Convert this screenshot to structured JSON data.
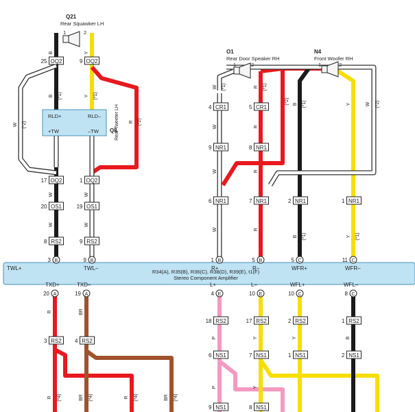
{
  "components": {
    "q21": {
      "code": "Q21",
      "name": "Rear Squawker LH",
      "pins": [
        "1",
        "2"
      ]
    },
    "o1": {
      "code": "O1",
      "name": "Rear Door Speaker RH",
      "pins": [
        "1",
        "2"
      ]
    },
    "n4": {
      "code": "N4",
      "name": "Front Woofer RH",
      "pins": [
        "1",
        "2"
      ]
    },
    "q8": {
      "code": "Q8",
      "name": "Rear Tweeter LH",
      "rld_pos": "RLD+",
      "rld_neg": "RLD–",
      "tw_pos": "+TW",
      "tw_neg": "–TW"
    },
    "amp": {
      "connectors": "R34(A), R35(B), R36(C), R38(D), R39(E), t1(F)",
      "name": "Stereo Component Amplifier"
    }
  },
  "colors": {
    "R": "#e8191e",
    "Y": "#f7de00",
    "B": "#1b1b1b",
    "W": "#ffffff",
    "BR": "#a0522d",
    "P": "#f49ac1",
    "amp_bar": "#bfe3f3"
  },
  "amp_top": [
    {
      "num": "3",
      "conn": "B",
      "label": "TWL+"
    },
    {
      "num": "9",
      "conn": "B",
      "label": "TWL–"
    },
    {
      "num": "1",
      "conn": "B",
      "label": "R+"
    },
    {
      "num": "5",
      "conn": "B",
      "label": "R–"
    },
    {
      "num": "5",
      "conn": "C",
      "label": "WFR+"
    },
    {
      "num": "11",
      "conn": "C",
      "label": "WFR–"
    }
  ],
  "amp_bottom": [
    {
      "num": "20",
      "conn": "A",
      "label": "TXD+"
    },
    {
      "num": "19",
      "conn": "A",
      "label": "TXD–"
    },
    {
      "num": "4",
      "conn": "E",
      "label": "L+"
    },
    {
      "num": "10",
      "conn": "E",
      "label": "L–"
    },
    {
      "num": "10",
      "conn": "C",
      "label": "WFL+"
    },
    {
      "num": "8",
      "conn": "C",
      "label": "WFL–"
    }
  ],
  "connectors": [
    {
      "num": "25",
      "name": "OQ2"
    },
    {
      "num": "9",
      "name": "OQ2"
    },
    {
      "num": "17",
      "name": "OQ2"
    },
    {
      "num": "1",
      "name": "OQ2"
    },
    {
      "num": "20",
      "name": "OS1"
    },
    {
      "num": "19",
      "name": "OS1"
    },
    {
      "num": "8",
      "name": "RS2"
    },
    {
      "num": "9",
      "name": "RS2"
    },
    {
      "num": "4",
      "name": "CR1"
    },
    {
      "num": "5",
      "name": "CR1"
    },
    {
      "num": "9",
      "name": "NR1"
    },
    {
      "num": "8",
      "name": "NR1"
    },
    {
      "num": "6",
      "name": "NR1"
    },
    {
      "num": "7",
      "name": "NR1"
    },
    {
      "num": "2",
      "name": "NR1"
    },
    {
      "num": "1",
      "name": "NR1"
    },
    {
      "num": "3",
      "name": "RS2"
    },
    {
      "num": "4",
      "name": "RS2"
    },
    {
      "num": "18",
      "name": "RS2"
    },
    {
      "num": "17",
      "name": "RS2"
    },
    {
      "num": "2",
      "name": "RS2"
    },
    {
      "num": "1",
      "name": "RS2"
    },
    {
      "num": "6",
      "name": "NS1"
    },
    {
      "num": "7",
      "name": "NS1"
    },
    {
      "num": "1",
      "name": "NS1"
    },
    {
      "num": "2",
      "name": "NS1"
    },
    {
      "num": "9",
      "name": "NS1"
    },
    {
      "num": "8",
      "name": "NS1"
    }
  ],
  "wire_labels": [
    "B",
    "Y",
    "W",
    "R",
    "BR",
    "P",
    "W",
    "R",
    "Y",
    "B"
  ],
  "notes": [
    "(*1)",
    "(*2)",
    "(*4)"
  ]
}
